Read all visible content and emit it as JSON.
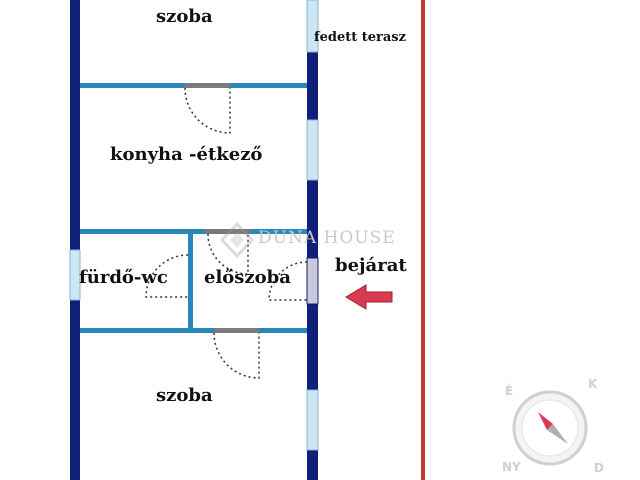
{
  "rooms": {
    "top_room": "szoba",
    "kitchen": "konyha -étkező",
    "bathroom": "fürdő-wc",
    "hall": "előszoba",
    "bottom_room": "szoba"
  },
  "outside": {
    "covered_terrace": "fedett terasz",
    "entrance": "bejárat"
  },
  "watermark": "DUNA HOUSE",
  "compass": {
    "north": "É",
    "east": "K",
    "south": "D",
    "west": "NY"
  },
  "colors": {
    "wall": "#0f1f7a",
    "partition": "#2a88b8",
    "terrace_line": "#c0392b",
    "arrow": "#d83a50"
  }
}
